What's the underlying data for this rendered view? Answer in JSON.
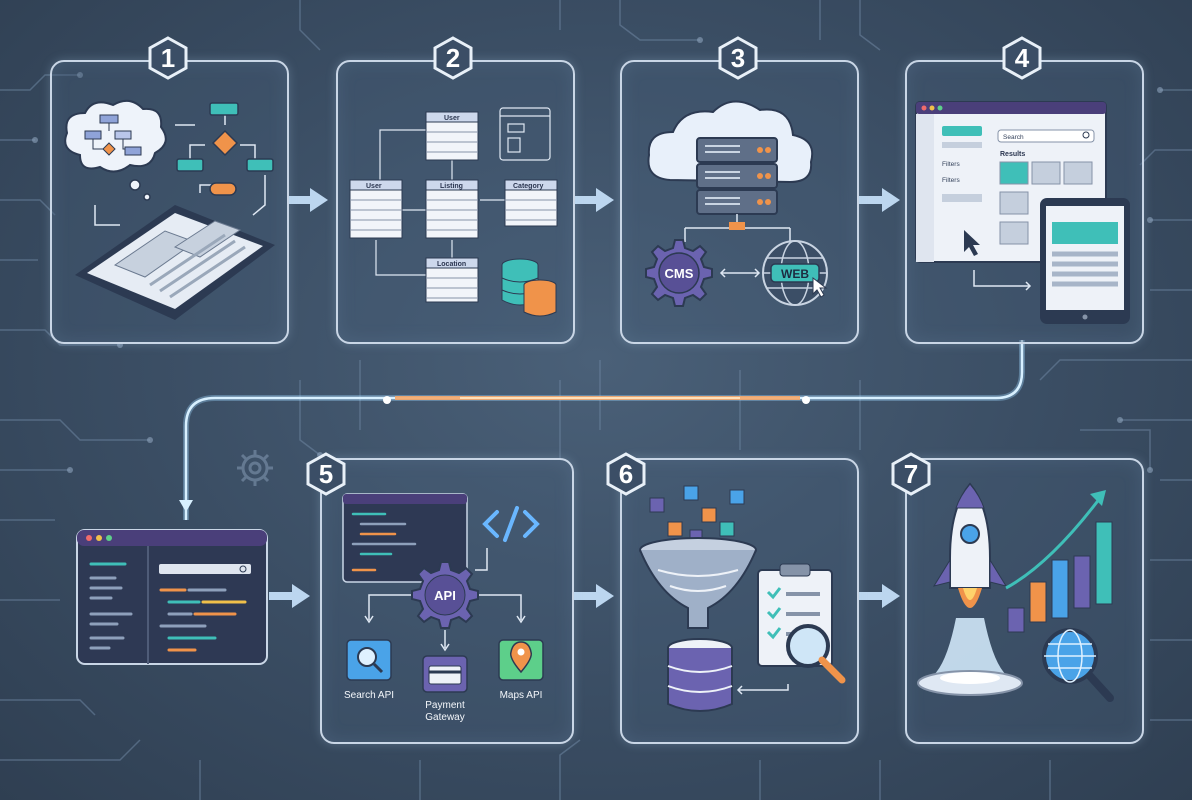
{
  "steps": [
    {
      "number": "1"
    },
    {
      "number": "2",
      "tables": {
        "user_top": "User",
        "user_left": "User",
        "listing": "Listing",
        "category": "Category",
        "location": "Location"
      }
    },
    {
      "number": "3",
      "cms": "CMS",
      "web": "WEB"
    },
    {
      "number": "4",
      "search_placeholder": "Search",
      "filters_1": "Filters",
      "filters_2": "Filters",
      "results": "Results"
    },
    {
      "number": "5",
      "api": "API",
      "search_api": "Search API",
      "payment_line1": "Payment",
      "payment_line2": "Gateway",
      "maps_api": "Maps API"
    },
    {
      "number": "6"
    },
    {
      "number": "7"
    }
  ],
  "colors": {
    "panel_border": "#c9d6e6",
    "accent_teal": "#3fbfb8",
    "accent_purple": "#6b63b0",
    "accent_orange": "#f0934a",
    "flow_glow": "#f6a86a"
  }
}
